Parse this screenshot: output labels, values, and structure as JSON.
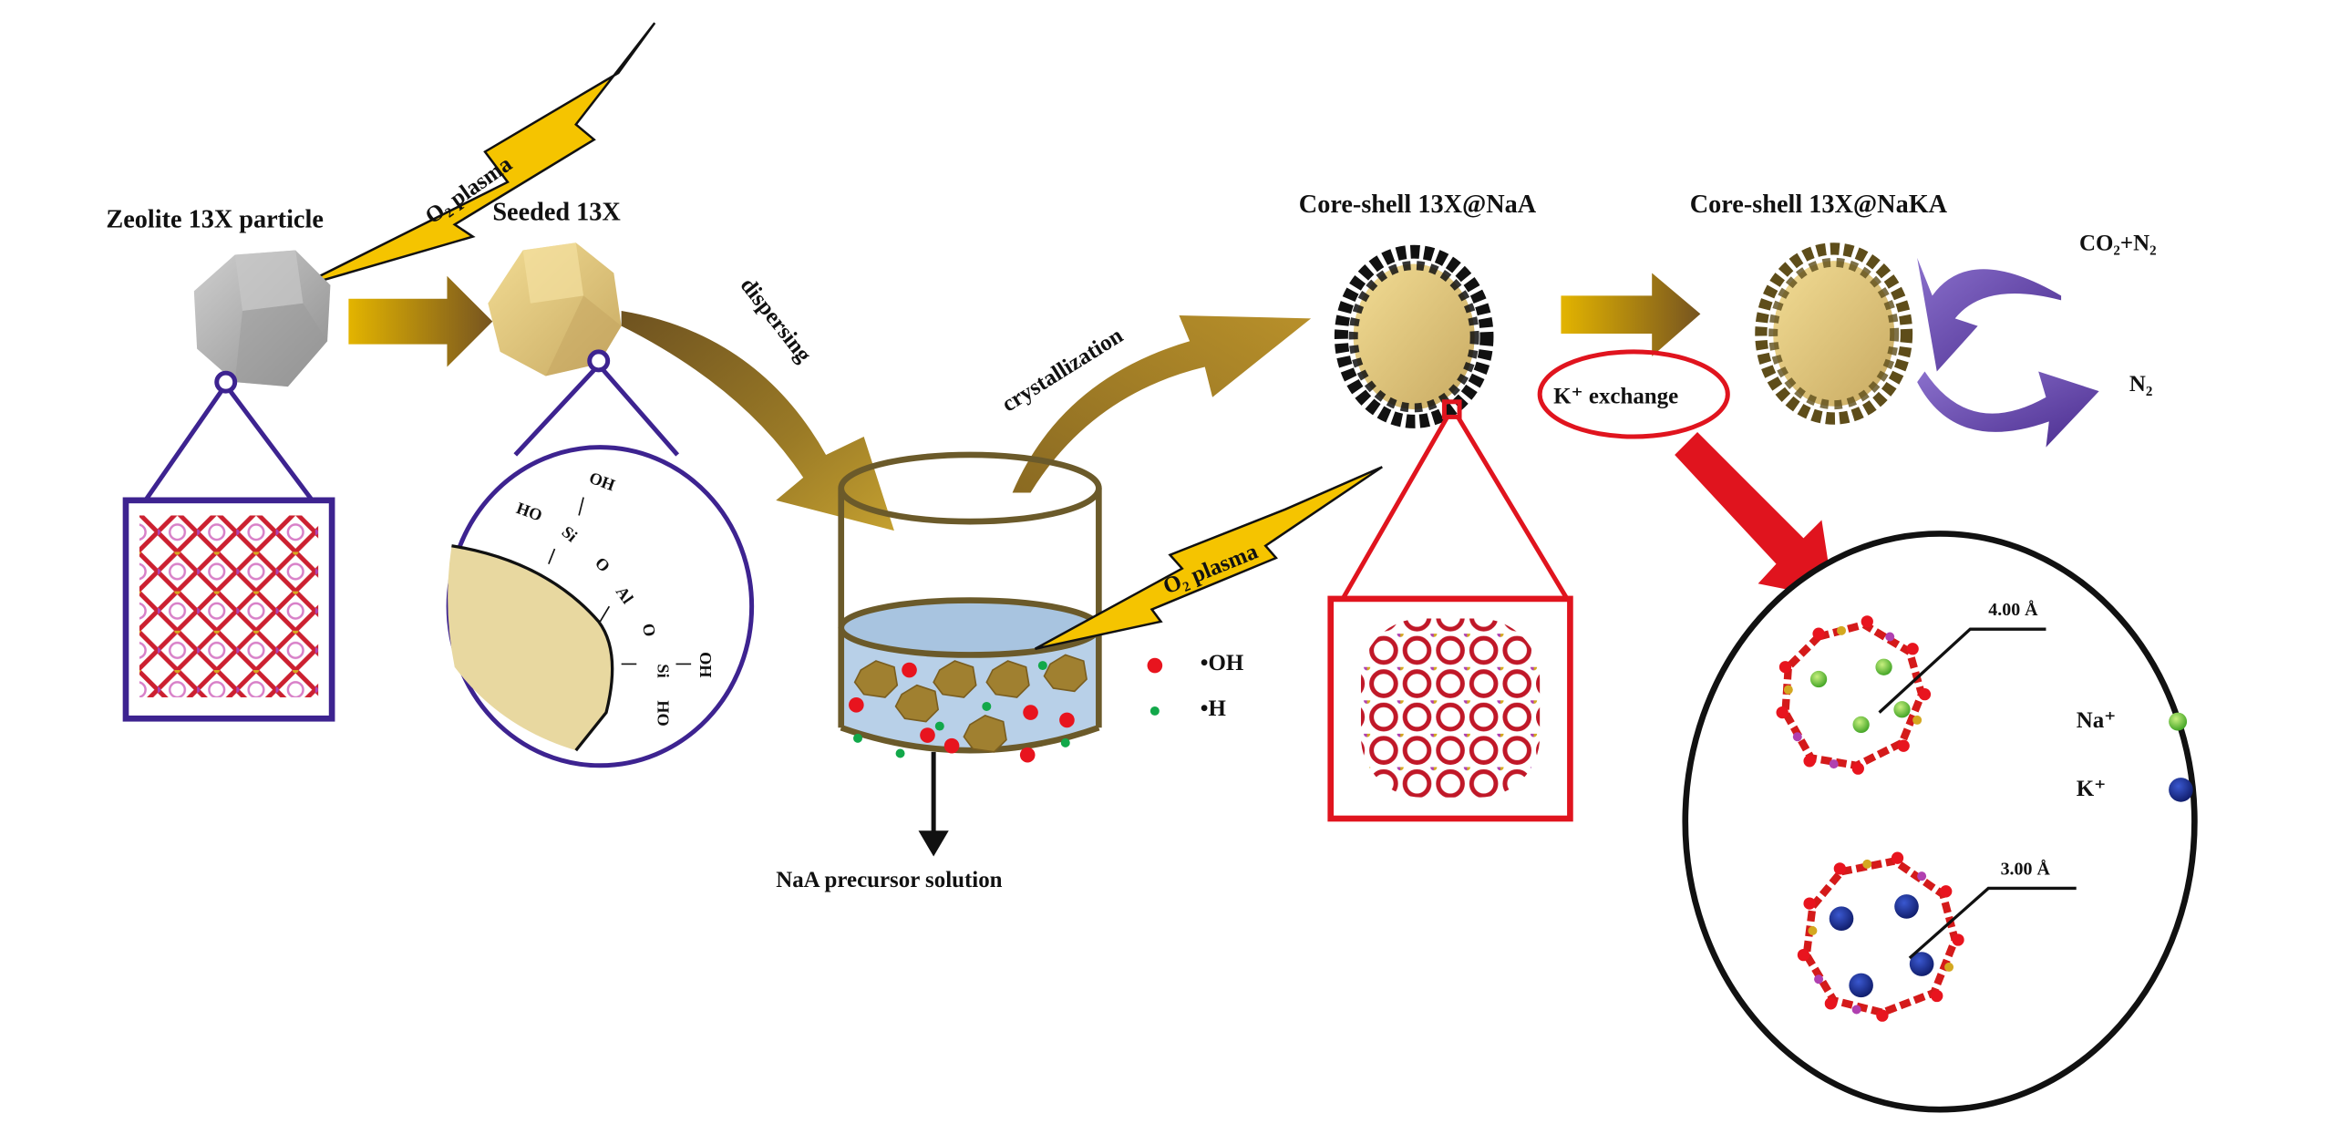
{
  "figure": {
    "stages": {
      "zeolite_particle": "Zeolite 13X particle",
      "seeded": "Seeded 13X",
      "core_shell_naa": "Core-shell 13X@NaA",
      "core_shell_naka": "Core-shell 13X@NaKA"
    },
    "process_labels": {
      "plasma_1": "O₂ plasma",
      "plasma_2": "O₂ plasma",
      "dispersing": "dispersing",
      "crystallization": "crystallization",
      "k_exchange": "K⁺ exchange",
      "precursor": "NaA precursor solution"
    },
    "surface_chem": {
      "oh_top": "OH",
      "ho_left": "HO",
      "si_1": "Si",
      "o_1": "O",
      "al": "Al",
      "o_2": "O",
      "si_2": "Si",
      "oh_right": "OH",
      "ho_bottom": "HO",
      "bond": "—"
    },
    "radicals_legend": [
      {
        "label": "•OH",
        "color": "#e8141e"
      },
      {
        "label": "•H",
        "color": "#12a84a"
      }
    ],
    "gas": {
      "feed": "CO₂+N₂",
      "out": "N₂"
    },
    "pore_detail": {
      "na_ring_size": "4.00 Å",
      "k_ring_size": "3.00 Å",
      "legend": [
        {
          "label": "Na⁺",
          "color": "#5cc43a"
        },
        {
          "label": "K⁺",
          "color": "#1a2b8c"
        }
      ]
    },
    "colors": {
      "gold_arrow_start": "#e0b000",
      "gold_arrow_end": "#7a5a1e",
      "plasma": "#f5c400",
      "frame_purple": "#3d2390",
      "frame_red": "#e0141e",
      "gas_arrow": "#6a4aa8",
      "shell_naa": "#111111",
      "shell_naka": "#5e4d1a",
      "liquid": "#b8d0e8",
      "beaker": "#6b5a2a"
    }
  }
}
